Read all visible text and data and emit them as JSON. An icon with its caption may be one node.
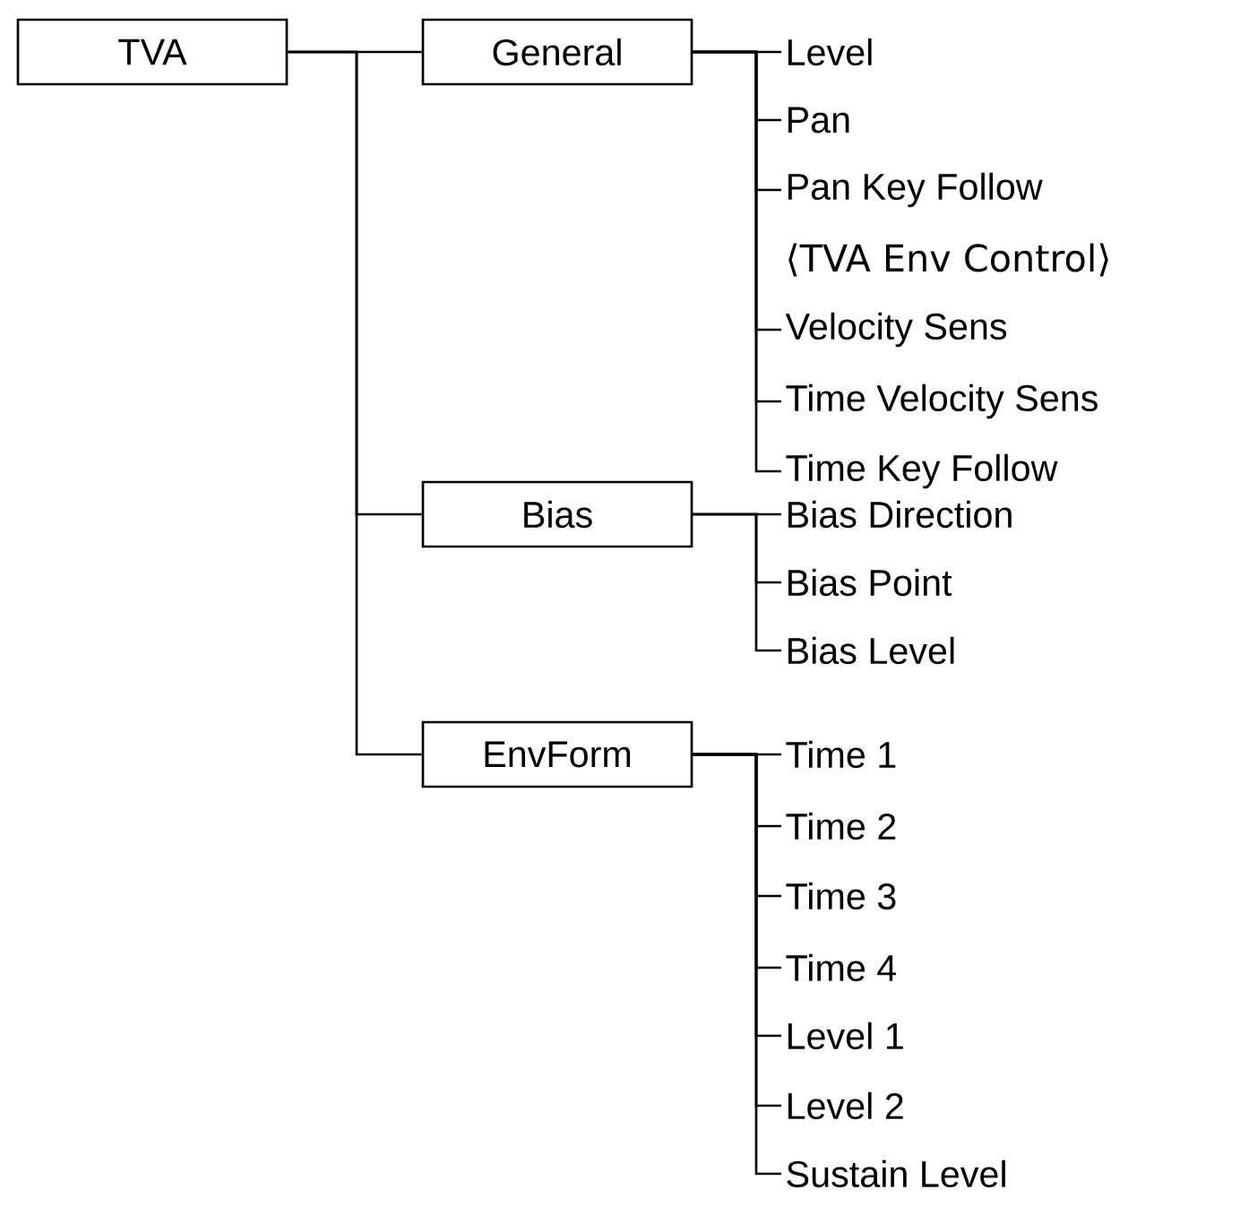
{
  "diagram": {
    "nodes": [
      {
        "text": [
          "TVA"
        ]
      },
      {
        "text": [
          "General"
        ]
      },
      {
        "text": [
          "Bias"
        ]
      },
      {
        "text": [
          "EnvForm"
        ]
      },
      {
        "text": [
          "Level"
        ]
      },
      {
        "text": [
          "Pan"
        ]
      },
      {
        "text": [
          "Pan Key Follow"
        ]
      },
      {
        "text": [
          "Velocity Sens"
        ]
      },
      {
        "text": [
          "Time Velocity Sens"
        ]
      },
      {
        "text": [
          "Time Key Follow"
        ]
      },
      {
        "text": [
          "Bias Direction"
        ]
      },
      {
        "text": [
          "Bias Point"
        ]
      },
      {
        "text": [
          "Bias Level"
        ]
      },
      {
        "text": [
          "Time 1"
        ]
      },
      {
        "text": [
          "Time 2"
        ]
      },
      {
        "text": [
          "Time 3"
        ]
      },
      {
        "text": [
          "Time 4"
        ]
      },
      {
        "text": [
          "Level 1"
        ]
      },
      {
        "text": [
          "Level 2"
        ]
      },
      {
        "text": [
          "Sustain Level"
        ]
      }
    ],
    "edges": [
      {
        "from": 0,
        "to": 1,
        "arrow": "none"
      },
      {
        "from": 0,
        "to": 2,
        "arrow": "none"
      },
      {
        "from": 0,
        "to": 3,
        "arrow": "none"
      },
      {
        "from": 1,
        "to": 4,
        "arrow": "none"
      },
      {
        "from": 1,
        "to": 5,
        "arrow": "none"
      },
      {
        "from": 1,
        "to": 6,
        "arrow": "none"
      },
      {
        "from": 1,
        "to": 7,
        "arrow": "none"
      },
      {
        "from": 1,
        "to": 8,
        "arrow": "none"
      },
      {
        "from": 1,
        "to": 9,
        "arrow": "none"
      },
      {
        "from": 2,
        "to": 10,
        "arrow": "none"
      },
      {
        "from": 2,
        "to": 11,
        "arrow": "none"
      },
      {
        "from": 2,
        "to": 12,
        "arrow": "none"
      },
      {
        "from": 3,
        "to": 13,
        "arrow": "none"
      },
      {
        "from": 3,
        "to": 14,
        "arrow": "none"
      },
      {
        "from": 3,
        "to": 15,
        "arrow": "none"
      },
      {
        "from": 3,
        "to": 16,
        "arrow": "none"
      },
      {
        "from": 3,
        "to": 17,
        "arrow": "none"
      },
      {
        "from": 3,
        "to": 18,
        "arrow": "none"
      },
      {
        "from": 3,
        "to": 19,
        "arrow": "none"
      }
    ],
    "labels": [
      "⟨TVA Env Control⟩"
    ]
  }
}
